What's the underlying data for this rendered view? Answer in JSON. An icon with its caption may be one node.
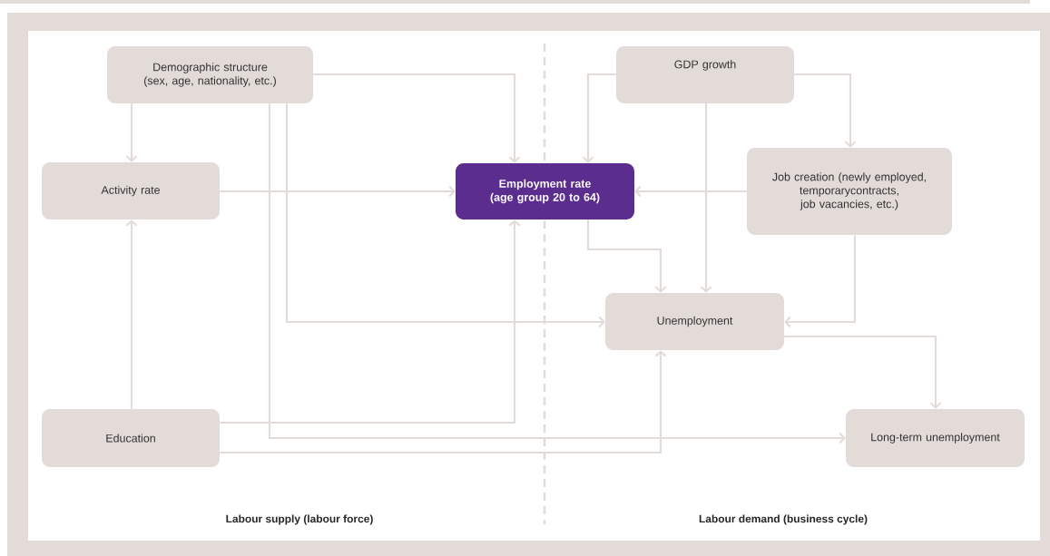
{
  "diagram": {
    "nodes": [
      {
        "text": [
          "Demographic structure (sex, age, nationality, etc.)"
        ]
      },
      {
        "text": [
          "GDP growth"
        ]
      },
      {
        "text": [
          "Activity rate"
        ]
      },
      {
        "text": [
          "Employment rate (age group 20 to 64)"
        ]
      },
      {
        "text": [
          "Job creation (newly employed, temporarycontracts, job vacancies, etc.)"
        ]
      },
      {
        "text": [
          "Unemployment"
        ]
      },
      {
        "text": [
          "Education"
        ]
      },
      {
        "text": [
          "Long-term unemployment"
        ]
      }
    ],
    "edges": [
      {
        "from": 0,
        "to": 2,
        "arrow": "to"
      },
      {
        "from": 0,
        "to": 3,
        "arrow": "to"
      },
      {
        "from": 0,
        "to": 5,
        "arrow": "to"
      },
      {
        "from": 0,
        "to": 7,
        "arrow": "to"
      },
      {
        "from": 2,
        "to": 3,
        "arrow": "to"
      },
      {
        "from": 6,
        "to": 2,
        "arrow": "to"
      },
      {
        "from": 6,
        "to": 3,
        "arrow": "to"
      },
      {
        "from": 6,
        "to": 5,
        "arrow": "to"
      },
      {
        "from": 1,
        "to": 3,
        "arrow": "to"
      },
      {
        "from": 1,
        "to": 4,
        "arrow": "to"
      },
      {
        "from": 1,
        "to": 5,
        "arrow": "to"
      },
      {
        "from": 4,
        "to": 3,
        "arrow": "to"
      },
      {
        "from": 4,
        "to": 5,
        "arrow": "to"
      },
      {
        "from": 3,
        "to": 5,
        "arrow": "to"
      },
      {
        "from": 5,
        "to": 7,
        "arrow": "to"
      }
    ],
    "labels": [
      "Labour supply (labour force)",
      "Labour demand (business cycle)"
    ]
  }
}
